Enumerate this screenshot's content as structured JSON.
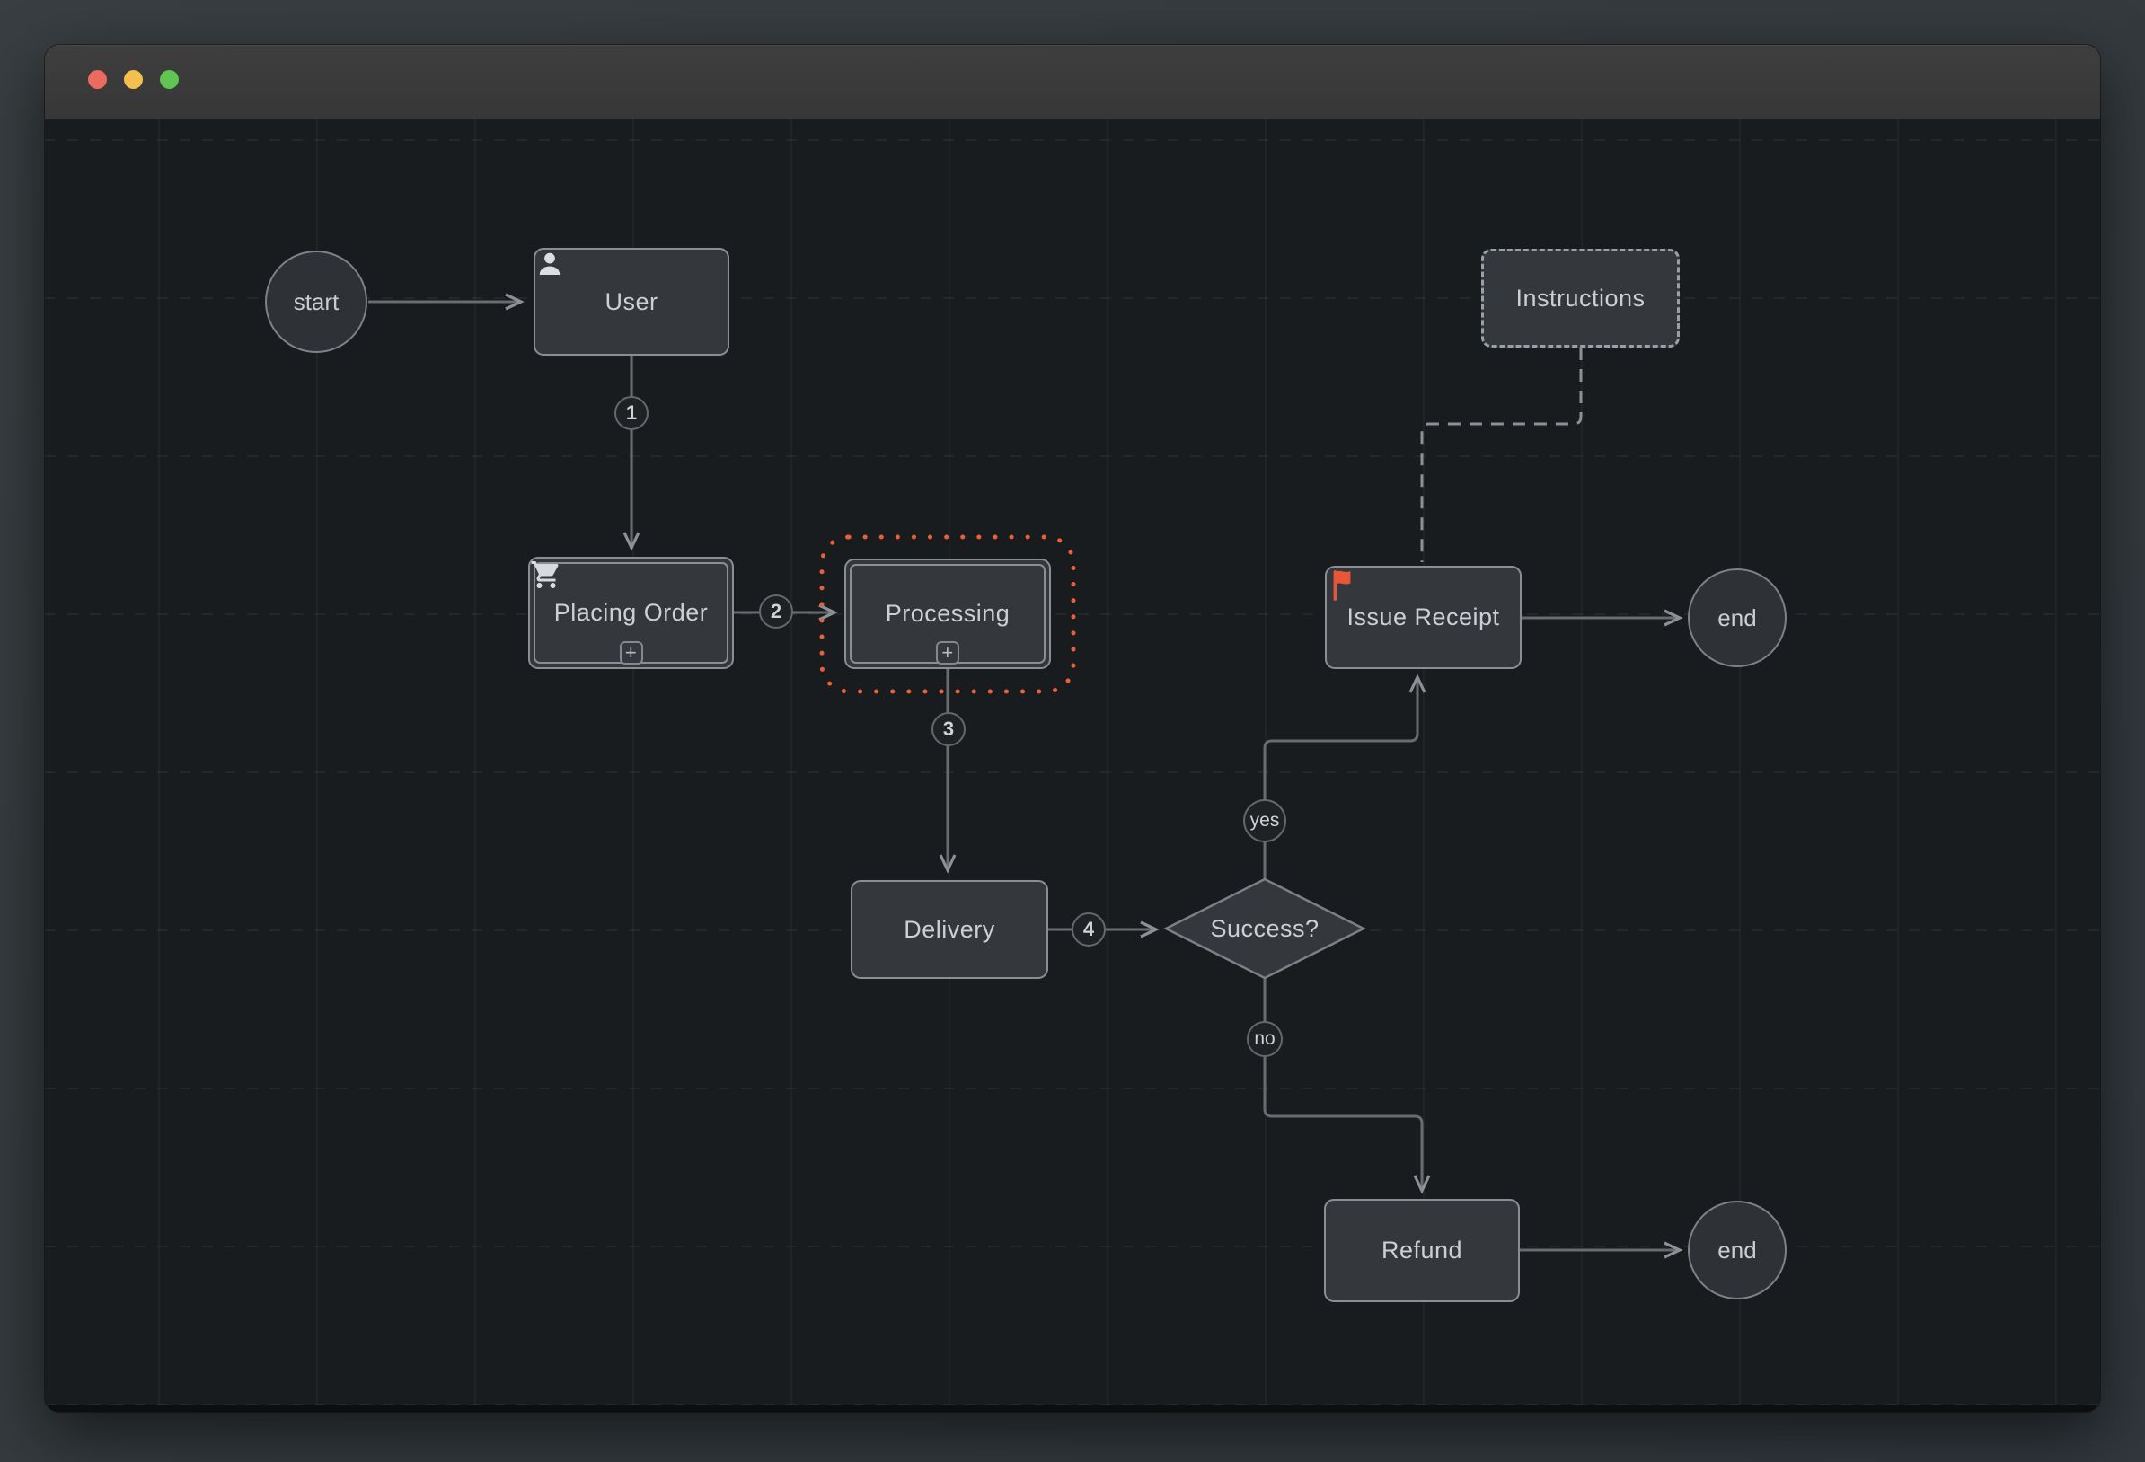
{
  "window": {
    "controls": [
      "close",
      "minimize",
      "zoom"
    ]
  },
  "diagram": {
    "expand_glyph": "+",
    "nodes": {
      "start": {
        "label": "start"
      },
      "user": {
        "label": "User",
        "icon": "person-icon"
      },
      "placing_order": {
        "label": "Placing Order",
        "icon": "cart-icon",
        "expandable": true
      },
      "processing": {
        "label": "Processing",
        "expandable": true,
        "selected": true
      },
      "instructions": {
        "label": "Instructions",
        "style": "dashed"
      },
      "issue_receipt": {
        "label": "Issue Receipt",
        "icon": "flag-icon"
      },
      "delivery": {
        "label": "Delivery"
      },
      "success": {
        "label": "Success?"
      },
      "refund": {
        "label": "Refund"
      },
      "end_top": {
        "label": "end"
      },
      "end_bottom": {
        "label": "end"
      }
    },
    "edge_labels": {
      "step1": "1",
      "step2": "2",
      "step3": "3",
      "step4": "4",
      "yes": "yes",
      "no": "no"
    },
    "colors": {
      "canvas_bg": "#191c1e",
      "node_fill": "#34383d",
      "node_border": "#8b8f94",
      "edge": "#686c70",
      "selection_dots": "#e85f38",
      "flag": "#e85638",
      "titlebar_bg": "#3b3b3b",
      "traffic_close": "#ed6a5e",
      "traffic_minimize": "#f4bf4f",
      "traffic_zoom": "#61c553"
    }
  }
}
